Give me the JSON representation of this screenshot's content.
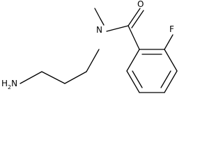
{
  "atoms": {
    "amine": {
      "main": "H",
      "sub": "2",
      "tail": "N"
    },
    "nitrogen": "N",
    "oxygen": "O",
    "fluorine": "F"
  },
  "colors": {
    "bond": "#000000",
    "label": "#000000",
    "background": "#ffffff"
  }
}
